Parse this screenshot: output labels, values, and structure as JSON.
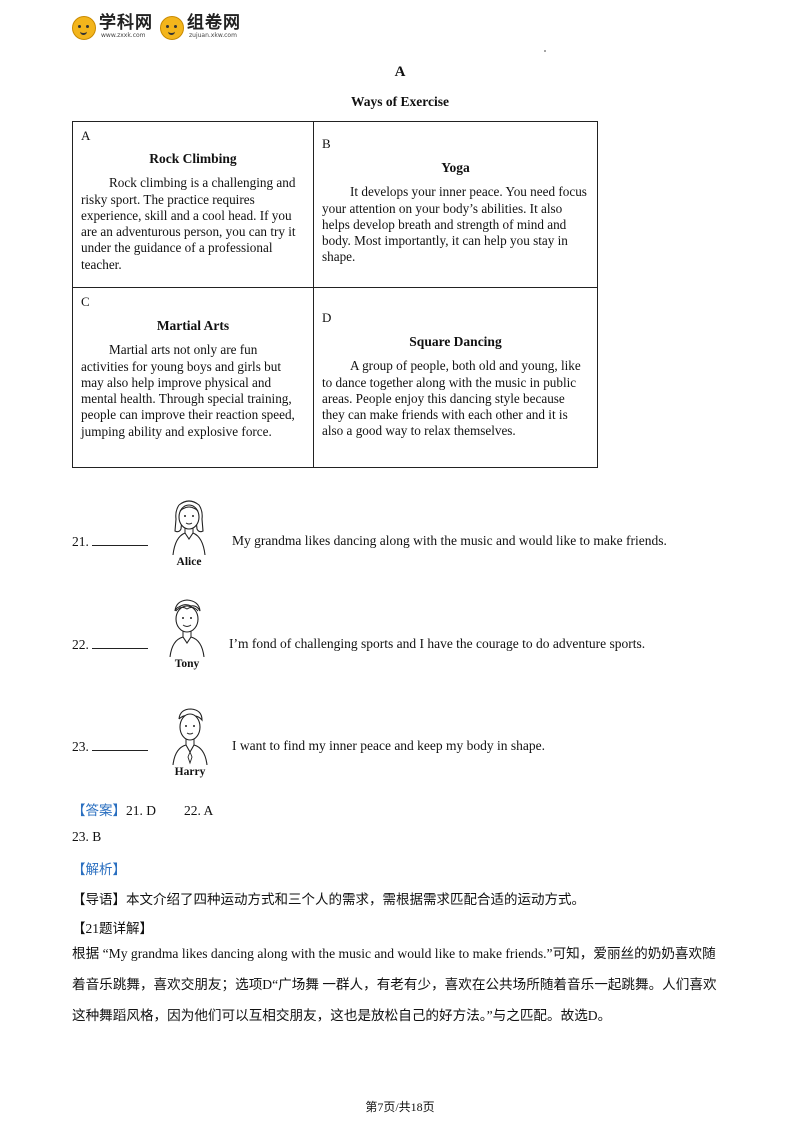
{
  "header": {
    "logo1": {
      "name": "学科网",
      "url": "www.zxxk.com"
    },
    "logo2": {
      "name": "组卷网",
      "url": "zujuan.xkw.com"
    }
  },
  "section_letter": "A",
  "table_title": "Ways of Exercise",
  "exercises": [
    {
      "letter": "A",
      "title": "Rock Climbing",
      "desc": "Rock climbing is a challenging and risky sport. The practice requires experience, skill and a cool head. If you are an adventurous person, you can try it under the guidance of a professional teacher."
    },
    {
      "letter": "B",
      "title": "Yoga",
      "desc": "It develops your inner peace. You need focus your attention on your body’s abilities. It also helps develop breath and strength of mind and body. Most importantly, it can help you stay in shape."
    },
    {
      "letter": "C",
      "title": "Martial Arts",
      "desc": "Martial arts not only are fun activities for young boys and girls but may also help improve physical and mental health. Through special training, people can improve their reaction speed, jumping ability and explosive force."
    },
    {
      "letter": "D",
      "title": "Square Dancing",
      "desc": "A group of people, both old and young, like to dance together along with the music in public areas. People enjoy this dancing style because they can make friends with each other and it is also a good way to relax themselves."
    }
  ],
  "questions": [
    {
      "num": "21.",
      "person": "Alice",
      "text": "My grandma likes dancing along with the music and would like to make friends."
    },
    {
      "num": "22.",
      "person": "Tony",
      "text": "I’m fond of challenging sports and I have the courage to do adventure sports."
    },
    {
      "num": "23.",
      "person": "Harry",
      "text": "I want to find my inner peace and keep my body in shape."
    }
  ],
  "answer": {
    "label": "【答案】",
    "line1_a": "21. D",
    "line1_b": "22. A",
    "line2": "23. B",
    "analysis_label": "【解析】",
    "guide_label": "【导语】",
    "guide_text": "本文介绍了四种运动方式和三个人的需求，需根据需求匹配合适的运动方式。",
    "detail_label": "【21题详解】",
    "detail_text": "根据 “My grandma likes dancing along with the music and would like to make friends.”可知，爱丽丝的奶奶喜欢随着音乐跳舞，喜欢交朋友；选项D“广场舞 一群人，有老有少，喜欢在公共场所随着音乐一起跳舞。人们喜欢这种舞蹈风格，因为他们可以互相交朋友，这也是放松自己的好方法。”与之匹配。故选D。"
  },
  "footer": "第7页/共18页",
  "colors": {
    "accent": "#2a6fc0"
  }
}
